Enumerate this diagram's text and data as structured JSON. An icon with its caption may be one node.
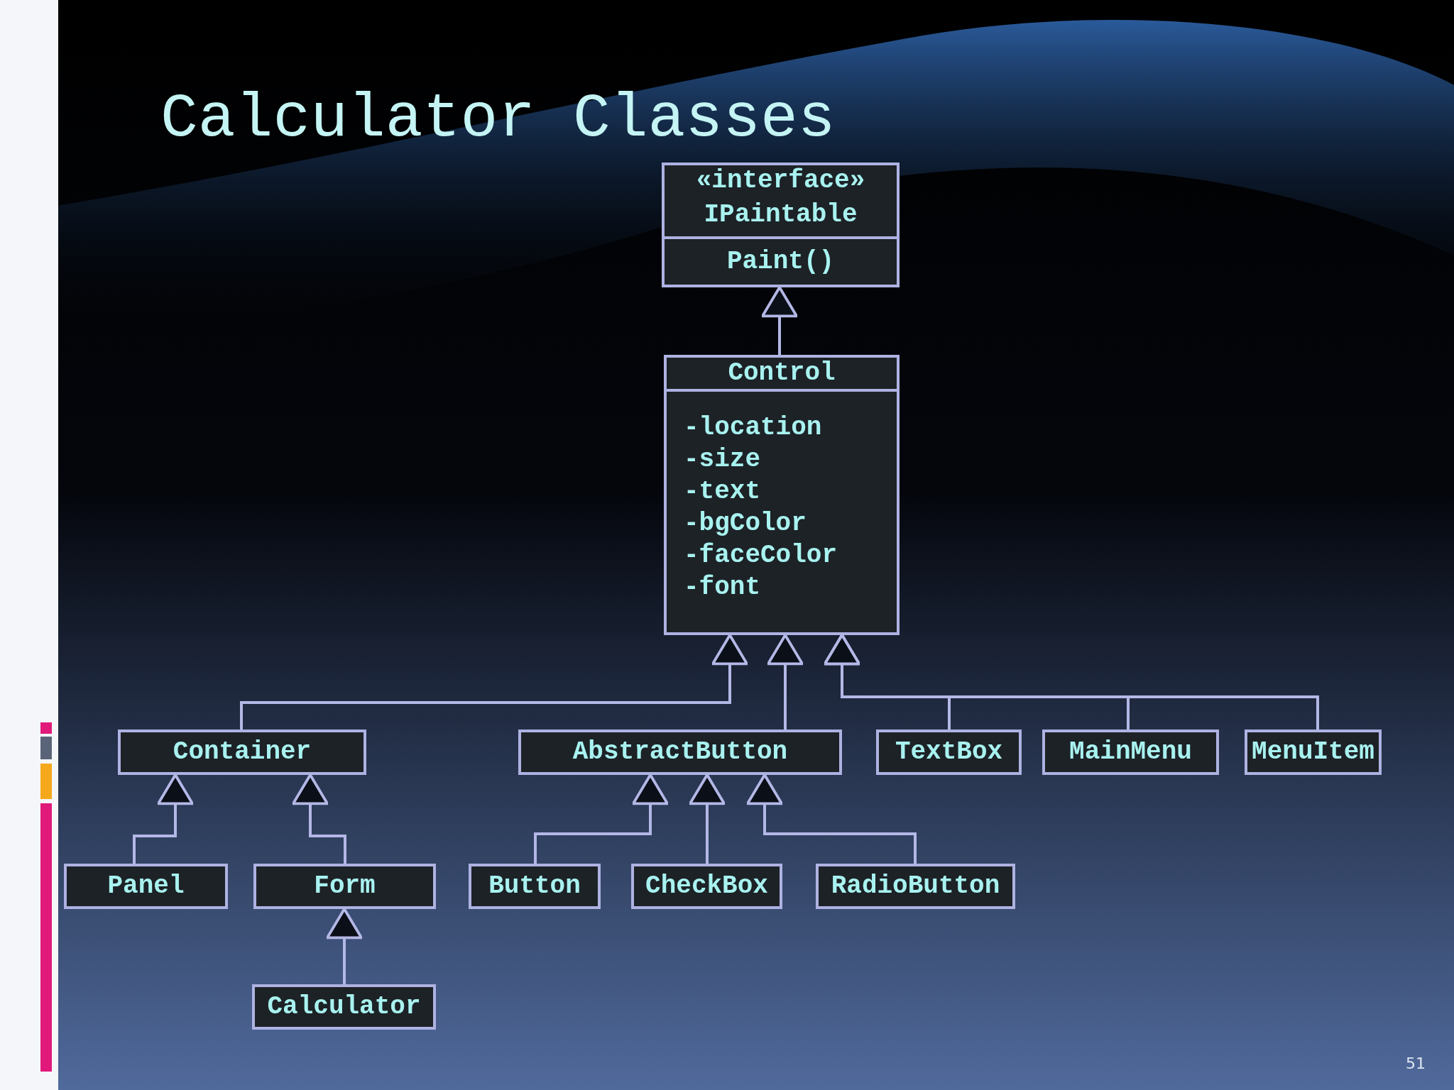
{
  "diagram": {
    "title": "Calculator Classes",
    "nodes": [
      {
        "text": [
          "«interface»",
          "IPaintable",
          "Paint()"
        ]
      },
      {
        "text": [
          "Control",
          "-location",
          "-size",
          "-text",
          "-bgColor",
          "-faceColor",
          "-font"
        ]
      },
      {
        "text": [
          "Container"
        ]
      },
      {
        "text": [
          "AbstractButton"
        ]
      },
      {
        "text": [
          "TextBox"
        ]
      },
      {
        "text": [
          "MainMenu"
        ]
      },
      {
        "text": [
          "MenuItem"
        ]
      },
      {
        "text": [
          "Panel"
        ]
      },
      {
        "text": [
          "Form"
        ]
      },
      {
        "text": [
          "Button"
        ]
      },
      {
        "text": [
          "CheckBox"
        ]
      },
      {
        "text": [
          "RadioButton"
        ]
      },
      {
        "text": [
          "Calculator"
        ]
      }
    ],
    "edges": [
      {
        "from": 1,
        "to": 0,
        "arrow": "to"
      },
      {
        "from": 2,
        "to": 1,
        "arrow": "to"
      },
      {
        "from": 3,
        "to": 1,
        "arrow": "to"
      },
      {
        "from": 4,
        "to": 1,
        "arrow": "to"
      },
      {
        "from": 5,
        "to": 1,
        "arrow": "to"
      },
      {
        "from": 6,
        "to": 1,
        "arrow": "to"
      },
      {
        "from": 7,
        "to": 2,
        "arrow": "to"
      },
      {
        "from": 8,
        "to": 2,
        "arrow": "to"
      },
      {
        "from": 9,
        "to": 3,
        "arrow": "to"
      },
      {
        "from": 10,
        "to": 3,
        "arrow": "to"
      },
      {
        "from": 11,
        "to": 3,
        "arrow": "to"
      },
      {
        "from": 12,
        "to": 8,
        "arrow": "to"
      }
    ],
    "labels": [
      "51"
    ]
  }
}
